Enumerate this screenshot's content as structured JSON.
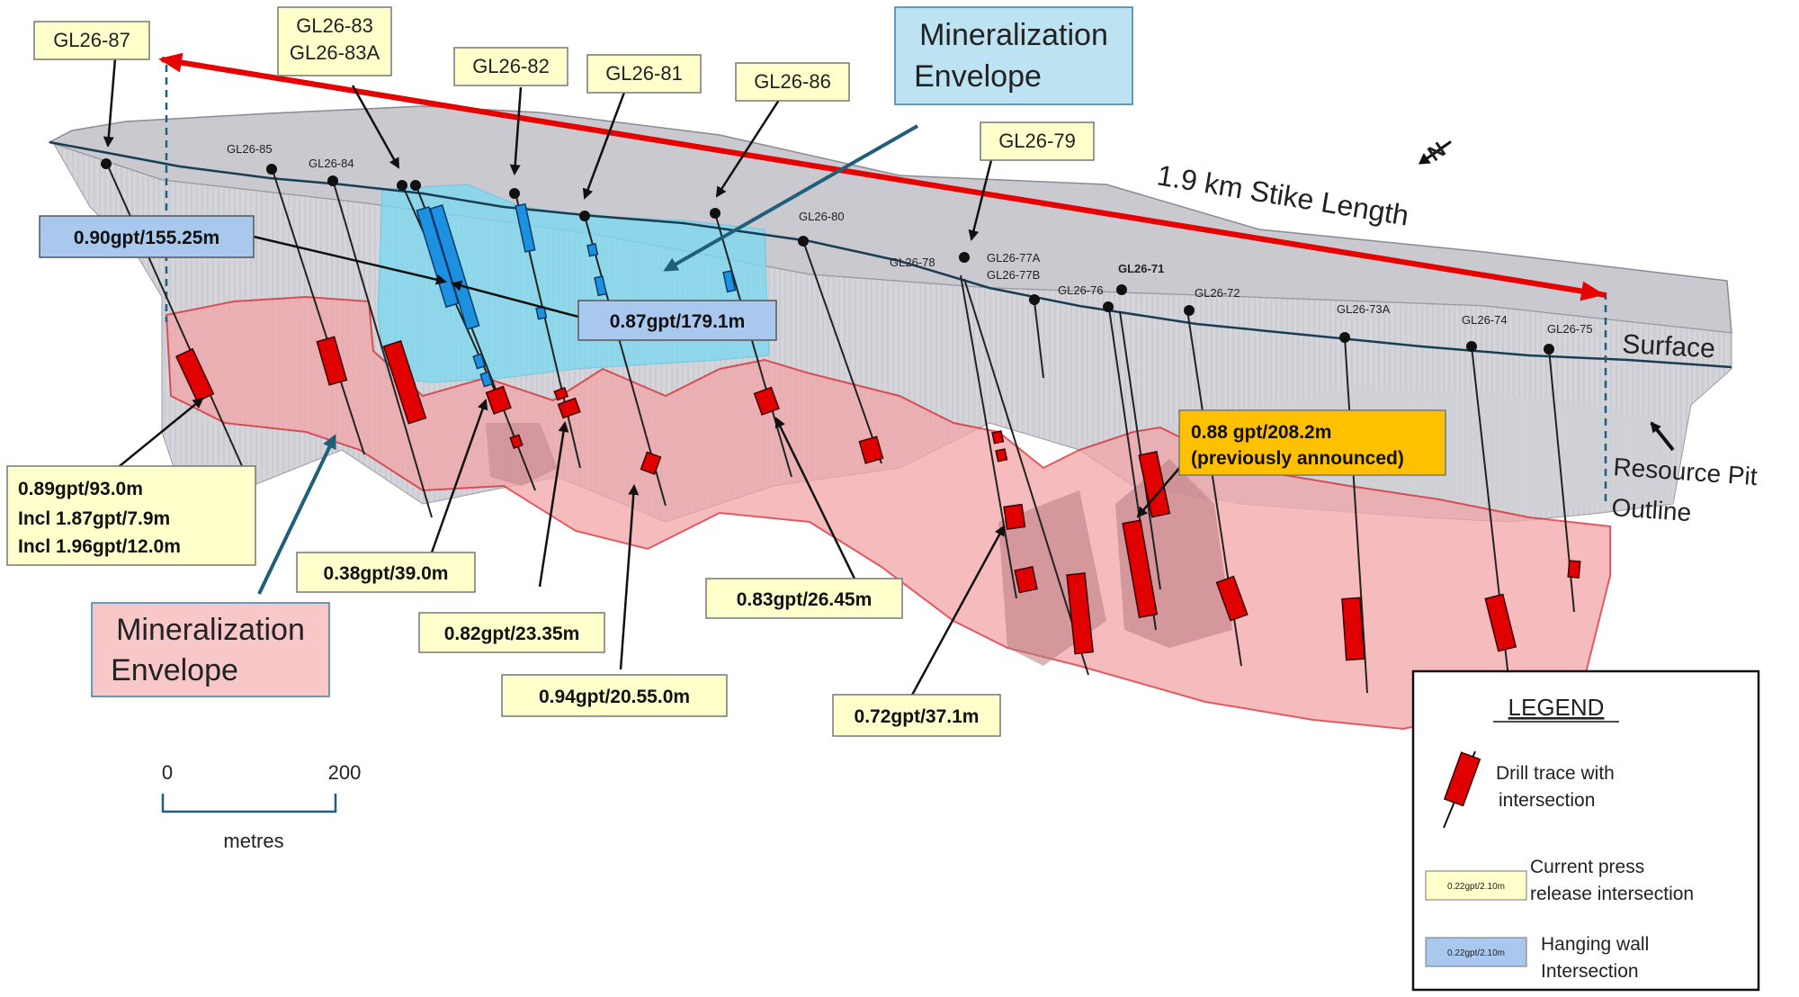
{
  "strike_length": "1.9 km Stike Length",
  "surface_label": "Surface",
  "pit_label_1": "Resource Pit",
  "pit_label_2": "Outline",
  "envelope_blue_1": "Mineralization",
  "envelope_blue_2": "Envelope",
  "envelope_red_1": "Mineralization",
  "envelope_red_2": "Envelope",
  "scale": {
    "start": "0",
    "end": "200",
    "unit": "metres"
  },
  "legend": {
    "title": "LEGEND",
    "drill_1": "Drill trace with",
    "drill_2": "intersection",
    "yellow_sample": "0.22gpt/2.10m",
    "yellow_1": "Current press",
    "yellow_2": "release intersection",
    "blue_sample": "0.22gpt/2.10m",
    "blue_1": "Hanging wall",
    "blue_2": "Intersection"
  },
  "callouts": {
    "gl26_87": "GL26-87",
    "gl26_83_1": "GL26-83",
    "gl26_83_2": "GL26-83A",
    "gl26_82": "GL26-82",
    "gl26_81": "GL26-81",
    "gl26_86": "GL26-86",
    "gl26_79": "GL26-79"
  },
  "hole_labels": {
    "h85": "GL26-85",
    "h84": "GL26-84",
    "h80": "GL26-80",
    "h78": "GL26-78",
    "h77a": "GL26-77A",
    "h77b": "GL26-77B",
    "h76": "GL26-76",
    "h71": "GL26-71",
    "h72": "GL26-72",
    "h73a": "GL26-73A",
    "h74": "GL26-74",
    "h75": "GL26-75"
  },
  "intersections": {
    "i_090": "0.90gpt/155.25m",
    "i_087": "0.87gpt/179.1m",
    "i_089_1": "0.89gpt/93.0m",
    "i_089_2": "Incl 1.87gpt/7.9m",
    "i_089_3": "Incl 1.96gpt/12.0m",
    "i_038": "0.38gpt/39.0m",
    "i_082": "0.82gpt/23.35m",
    "i_094": "0.94gpt/20.55.0m",
    "i_083": "0.83gpt/26.45m",
    "i_072": "0.72gpt/37.1m",
    "i_088_1": "0.88 gpt/208.2m",
    "i_088_2": "(previously announced)"
  },
  "colors": {
    "yellow_box": "#ffffcc",
    "blue_box": "#a9c8ee",
    "orange_box": "#ffc000",
    "red_envelope": "#f2a5a8",
    "blue_envelope": "#7fd8ef",
    "drill_red": "#e00000",
    "drill_blue": "#1e90e0",
    "arrow_red": "#e60000",
    "teal": "#1f5f7a"
  }
}
